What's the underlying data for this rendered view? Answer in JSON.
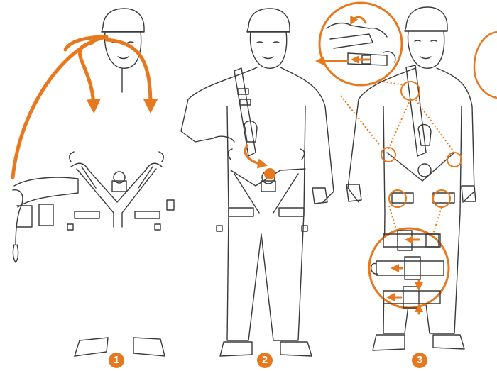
{
  "colors": {
    "accent": "#e8781e",
    "line": "#3a3a3a",
    "background": "#ffffff"
  },
  "steps": [
    {
      "label": "1"
    },
    {
      "label": "2"
    },
    {
      "label": "3"
    }
  ],
  "icons": [
    "arrow-icon",
    "harness-icon",
    "buckle-icon",
    "carabiner-icon",
    "magnifier-callout-icon"
  ]
}
